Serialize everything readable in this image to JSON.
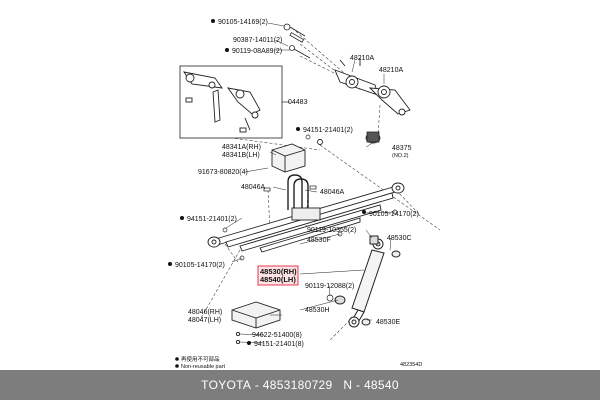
{
  "diagram": {
    "labels": {
      "p90105_14169": "90105-14169(2)",
      "p90387_14011": "90387-14011(2)",
      "p90119_08a89": "90119-08A89(2)",
      "p48210a_1": "48210A",
      "p48210a_2": "48210A",
      "p04483": "04483",
      "p94151_21401_a": "94151-21401(2)",
      "p48341a": "48341A(RH)",
      "p48341b": "48341B(LH)",
      "p48375": "48375",
      "p48375_note": "(NO.2)",
      "p91673_80820": "91673-80820(4)",
      "p48046a_1": "48046A",
      "p48046a_2": "48046A",
      "p94151_21401_b": "94151-21401(2)",
      "p90105_14170_a": "90105-14170(2)",
      "p90119_10355": "90119-10355(2)",
      "p48530f": "48530F",
      "p48530c": "48530C",
      "p90105_14170_b": "90105-14170(2)",
      "p48530_rh": "48530(RH)",
      "p48540_lh": "48540(LH)",
      "p90119_12088": "90119-12088(2)",
      "p48530h": "48530H",
      "p48530e": "48530E",
      "p48046_rh": "48046(RH)",
      "p48047_lh": "48047(LH)",
      "p94622_51400": "94622-51400(8)",
      "p94151_21401_c": "94151-21401(8)",
      "legend_jp": "再使用不可部品",
      "legend_en": "Non-reusable part",
      "code": "482354D"
    },
    "colors": {
      "line": "#222222",
      "highlight_border": "#e8384f",
      "highlight_fill": "#fde3e6"
    }
  },
  "footer": {
    "brand": "TOYOTA",
    "sep1": " - ",
    "part_number": "4853180729",
    "sep2": "   N - ",
    "ref": "48540"
  }
}
